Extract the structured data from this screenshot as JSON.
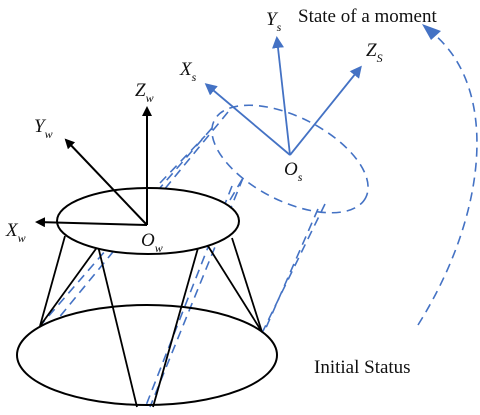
{
  "labels": {
    "state": "State of a moment",
    "initial": "Initial Status",
    "world_axes": {
      "z_main": "Z",
      "z_sub": "w",
      "y_main": "Y",
      "y_sub": "w",
      "x_main": "X",
      "x_sub": "w",
      "origin_main": "O",
      "origin_sub": "w"
    },
    "moment_axes": {
      "y_main": "Y",
      "y_sub": "s",
      "z_main": "Z",
      "z_sub": "S",
      "x_main": "X",
      "x_sub": "s",
      "origin_main": "O",
      "origin_sub": "s"
    }
  },
  "colors": {
    "world": "#000000",
    "moment": "#4472c4"
  }
}
